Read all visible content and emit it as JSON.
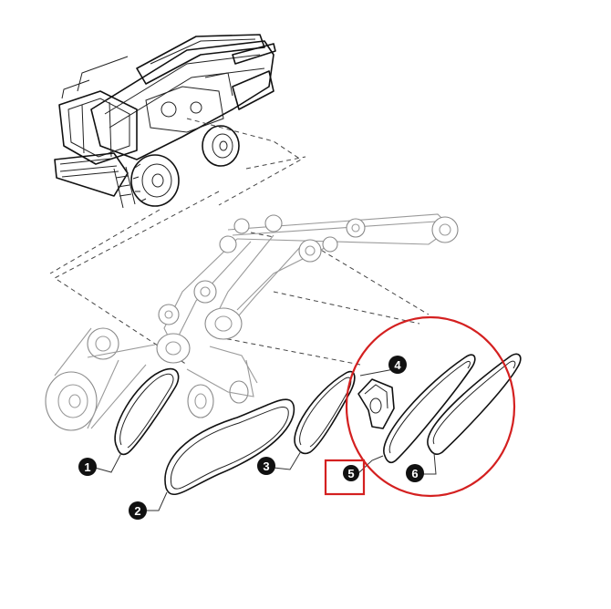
{
  "callouts": [
    {
      "id": 1,
      "label": "1"
    },
    {
      "id": 2,
      "label": "2"
    },
    {
      "id": 3,
      "label": "3"
    },
    {
      "id": 4,
      "label": "4"
    },
    {
      "id": 5,
      "label": "5"
    },
    {
      "id": 6,
      "label": "6"
    }
  ],
  "annotations": {
    "highlight_box_color": "#d42020",
    "highlight_circle_color": "#d42020"
  }
}
